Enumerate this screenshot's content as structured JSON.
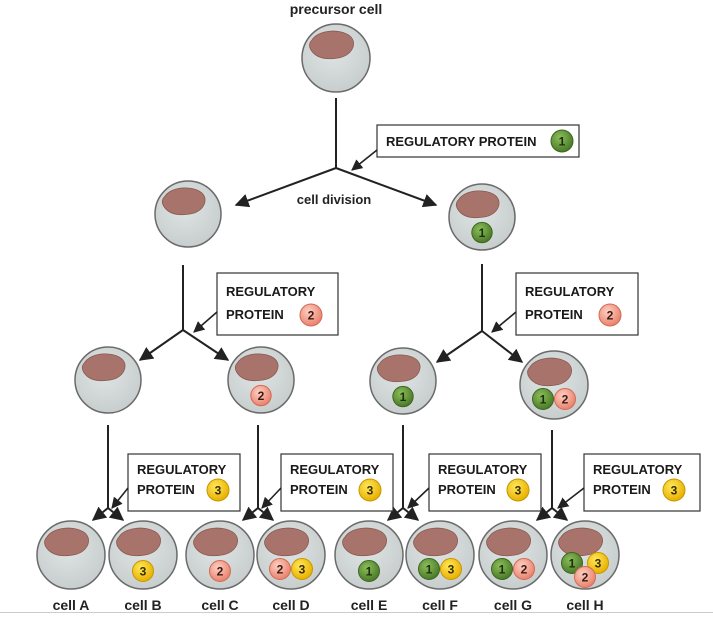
{
  "precursor_label": "precursor cell",
  "division_label": "cell division",
  "protein_boxes": {
    "top": {
      "text": "REGULATORY PROTEIN",
      "badge": "1"
    },
    "mid_left": {
      "line1": "REGULATORY",
      "line2": "PROTEIN",
      "badge": "2"
    },
    "mid_right": {
      "line1": "REGULATORY",
      "line2": "PROTEIN",
      "badge": "2"
    },
    "bot_1": {
      "line1": "REGULATORY",
      "line2": "PROTEIN",
      "badge": "3"
    },
    "bot_2": {
      "line1": "REGULATORY",
      "line2": "PROTEIN",
      "badge": "3"
    },
    "bot_3": {
      "line1": "REGULATORY",
      "line2": "PROTEIN",
      "badge": "3"
    },
    "bot_4": {
      "line1": "REGULATORY",
      "line2": "PROTEIN",
      "badge": "3"
    }
  },
  "cell_badges": {
    "gen1_right": [
      "1"
    ],
    "gen2_b": [
      "2"
    ],
    "gen2_c": [
      "1"
    ],
    "gen2_d": [
      "1",
      "2"
    ],
    "cell_b": [
      "3"
    ],
    "cell_c": [
      "2"
    ],
    "cell_d": [
      "2",
      "3"
    ],
    "cell_e": [
      "1"
    ],
    "cell_f": [
      "1",
      "3"
    ],
    "cell_g": [
      "1",
      "2"
    ],
    "cell_h": [
      "1",
      "3",
      "2"
    ]
  },
  "cell_labels": [
    "cell A",
    "cell B",
    "cell C",
    "cell D",
    "cell E",
    "cell F",
    "cell G",
    "cell H"
  ],
  "colors": {
    "cell_fill": "#d3d8d8",
    "cell_stroke": "#6a6a6a",
    "nucleus": "#a8736b",
    "protein_1": "#5e8f35",
    "protein_2": "#f0a08e",
    "protein_3": "#f4c400"
  }
}
